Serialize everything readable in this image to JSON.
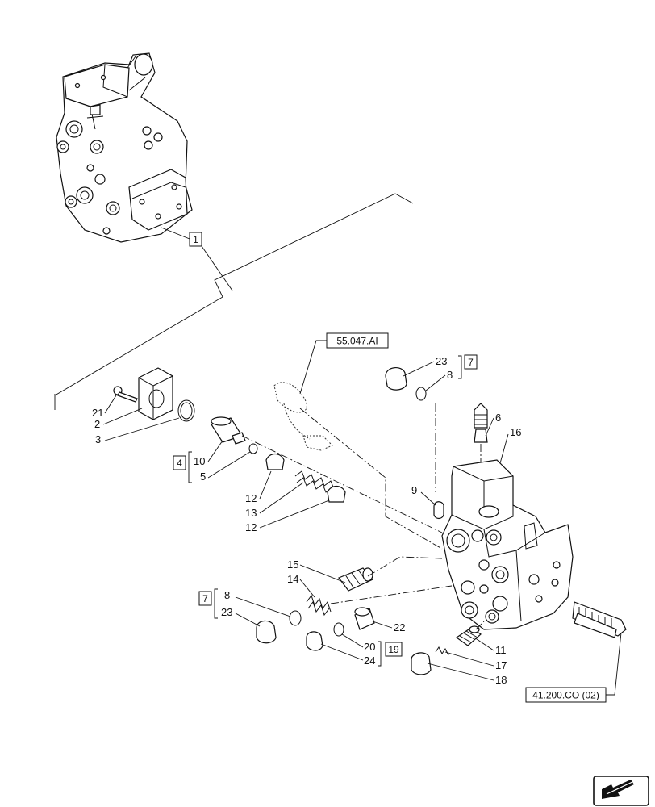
{
  "callouts": {
    "c1": "1",
    "c2": "2",
    "c3": "3",
    "c4": "4",
    "c5": "5",
    "c6": "6",
    "c7a": "7",
    "c7b": "7",
    "c8a": "8",
    "c8b": "8",
    "c9": "9",
    "c10": "10",
    "c11": "11",
    "c12a": "12",
    "c12b": "12",
    "c13": "13",
    "c14": "14",
    "c15": "15",
    "c16": "16",
    "c17": "17",
    "c18": "18",
    "c19": "19",
    "c20": "20",
    "c21": "21",
    "c22": "22",
    "c23a": "23",
    "c23b": "23",
    "c24": "24"
  },
  "references": {
    "ref_top": "55.047.AI",
    "ref_bottom": "41.200.CO (02)"
  },
  "icons": {
    "nav": "next-page-arrow-icon"
  }
}
